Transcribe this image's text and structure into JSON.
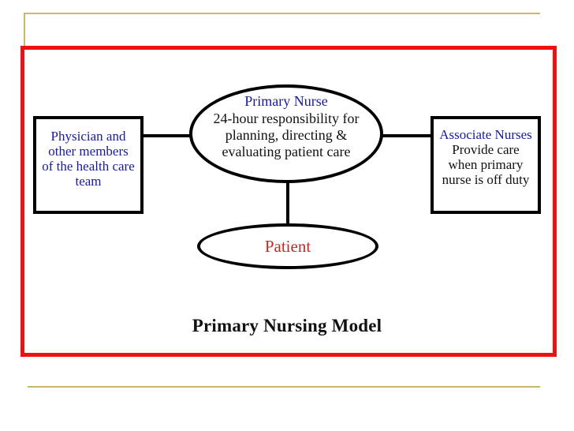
{
  "slide": {
    "caption": "Primary Nursing Model",
    "colors": {
      "frame_red": "#EE1111",
      "rule_gold": "#C9B86A",
      "heading_blue": "#1A1A9C",
      "patient_red": "#BE2B27",
      "shape_outline": "#000000",
      "body_black": "#111111"
    }
  },
  "diagram": {
    "type": "concept-map",
    "nodes": {
      "left_box": {
        "shape": "rectangle",
        "lines": [
          "Physician and",
          "other members",
          "of the health care",
          "team"
        ],
        "text_color": "#1A1A9C"
      },
      "center_ellipse": {
        "shape": "ellipse",
        "heading": "Primary Nurse",
        "lines": [
          "24-hour responsibility for",
          "planning, directing &",
          "evaluating patient care"
        ],
        "heading_color": "#1A1A9C",
        "text_color": "#111111"
      },
      "right_box": {
        "shape": "rectangle",
        "heading": "Associate Nurses",
        "lines": [
          "Provide care",
          "when primary",
          "nurse is off duty"
        ],
        "heading_color": "#1A1A9C",
        "text_color": "#111111"
      },
      "bottom_ellipse": {
        "shape": "ellipse",
        "label": "Patient",
        "text_color": "#BE2B27"
      }
    },
    "connectors": [
      {
        "from": "left_box",
        "to": "center_ellipse",
        "orientation": "horizontal"
      },
      {
        "from": "center_ellipse",
        "to": "right_box",
        "orientation": "horizontal"
      },
      {
        "from": "center_ellipse",
        "to": "bottom_ellipse",
        "orientation": "vertical"
      }
    ]
  }
}
